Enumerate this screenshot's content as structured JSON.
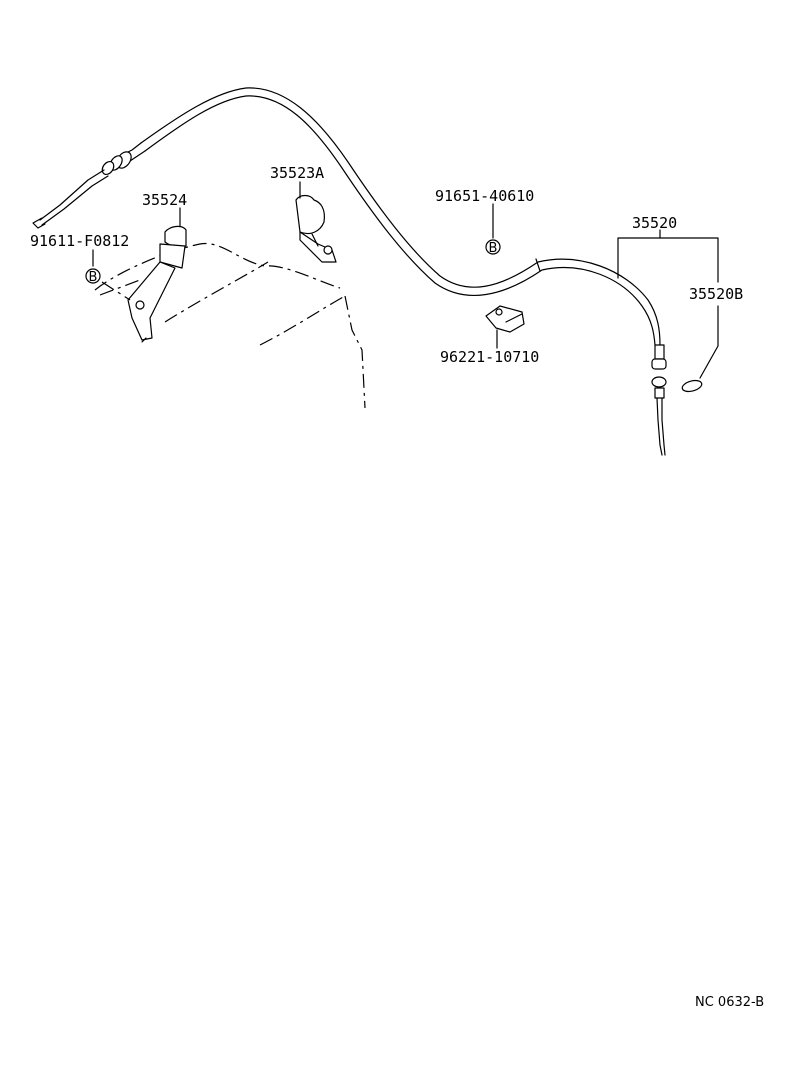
{
  "diagram": {
    "labels": {
      "p35524": "35524",
      "p35523a": "35523A",
      "p91651": "91651-40610",
      "p91611": "91611-F0812",
      "p35520": "35520",
      "p35520b": "35520B",
      "p96221": "96221-10710"
    },
    "markers": {
      "b_left": "B",
      "b_center": "B"
    },
    "figure_code": "NC 0632-B"
  }
}
